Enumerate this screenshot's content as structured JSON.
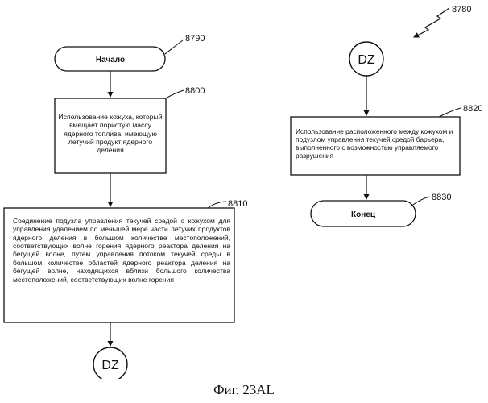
{
  "diagram": {
    "ref_main": "8780",
    "start": {
      "ref": "8790",
      "label": "Начало"
    },
    "step_8800": {
      "ref": "8800",
      "text": "Использование кожуха, который вмещает пористую массу ядерного топлива, имеющую летучий продукт ядерного деления"
    },
    "step_8810": {
      "ref": "8810",
      "text": "Соединение подузла управления текучей средой с кожухом для управления удалением по меньшей мере части летучих продуктов ядерного деления в большом количестве местоположений, соответствующих волне горения ядерного реактора деления на бегущей волне, путем управления потоком текучей среды в большом количестве областей ядерного реактора деления на бегущей волне, находящихся вблизи большого количества местоположений, соответствующих волне горения"
    },
    "connector_bottom": {
      "label": "DZ"
    },
    "connector_top": {
      "label": "DZ"
    },
    "step_8820": {
      "ref": "8820",
      "text": "Использование расположенного между кожухом и подузлом управления текучей средой барьера, выполненного с возможностью управляемого разрушения"
    },
    "end": {
      "ref": "8830",
      "label": "Конец"
    }
  },
  "caption": "Фиг. 23AL"
}
